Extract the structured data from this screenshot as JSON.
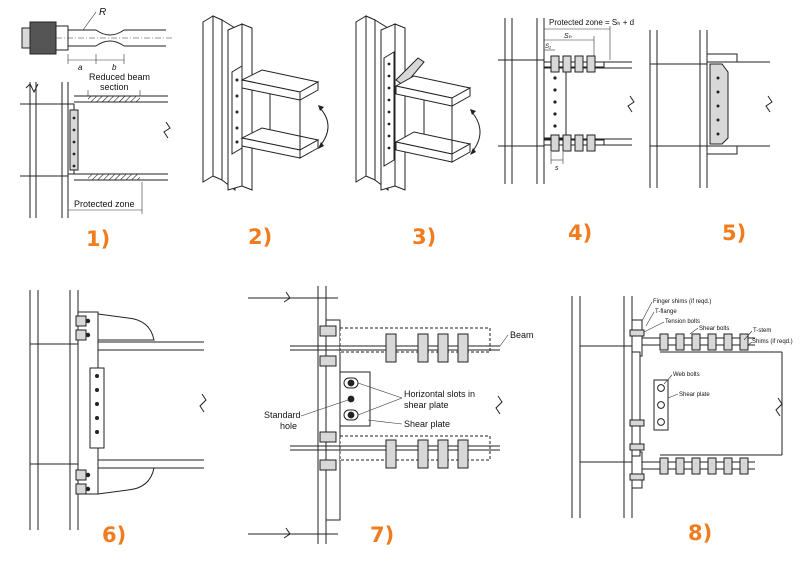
{
  "panel_numbers": [
    "1)",
    "2)",
    "3)",
    "4)",
    "5)",
    "6)",
    "7)",
    "8)"
  ],
  "colors": {
    "number": "#f07c1e",
    "line": "#222222",
    "background": "#ffffff"
  },
  "panel1": {
    "radius_label": "R",
    "dim_a": "a",
    "dim_b": "b",
    "reduced_label_1": "Reduced beam",
    "reduced_label_2": "section",
    "protected_label": "Protected zone"
  },
  "panel4": {
    "protected_label": "Protected zone = Sₕ + d",
    "sh_label": "Sₕ",
    "s1_label": "S₁",
    "s_label": "s"
  },
  "panel7": {
    "beam_label": "Beam",
    "slots_label_1": "Horizontal slots in",
    "slots_label_2": "shear plate",
    "shear_plate_label": "Shear plate",
    "hole_label_1": "Standard",
    "hole_label_2": "hole"
  },
  "panel8": {
    "finger_shims": "Finger shims (if reqd.)",
    "t_flange": "T-flange",
    "tension_bolts": "Tension bolts",
    "shear_bolts": "Shear bolts",
    "t_stem": "T-stem",
    "shims": "Shims (if reqd.)",
    "web_bolts": "Web bolts",
    "shear_plate": "Shear plate"
  }
}
